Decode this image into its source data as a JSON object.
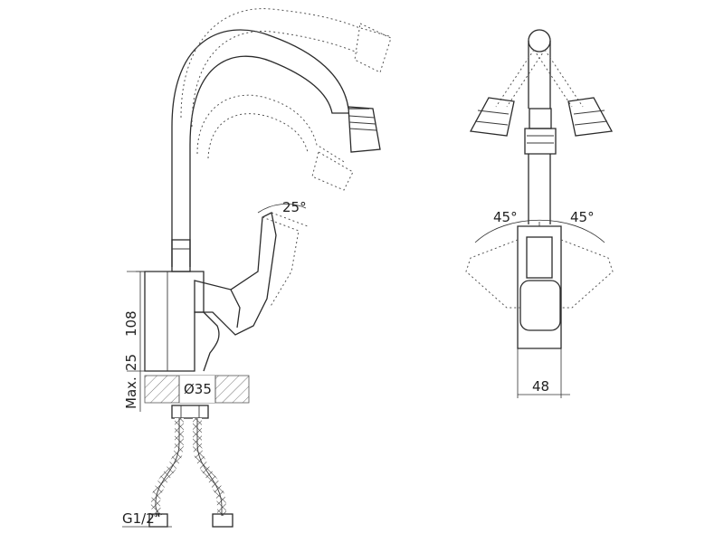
{
  "dimensions": {
    "height_108": "108",
    "height_25": "25",
    "max_label": "Max.",
    "base_dia": "Ø35",
    "thread": "G1/2\"",
    "handle_angle": "25°",
    "swivel_left": "45°",
    "swivel_right": "45°",
    "width_48": "48"
  }
}
